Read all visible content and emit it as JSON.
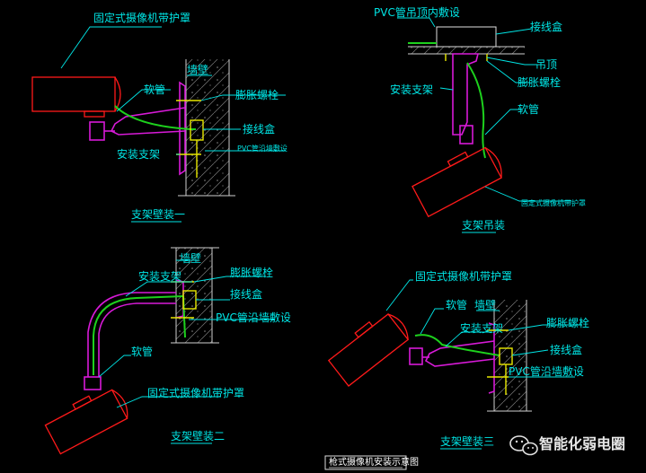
{
  "colors": {
    "background": "#000000",
    "label": "#00e5e5",
    "camera": "#ff1a1a",
    "bracket": "#d81ad8",
    "hose": "#1dd11d",
    "junction": "#e8e800",
    "wall": "#cfcfcf"
  },
  "diagram1": {
    "label_housing": "固定式摄像机带护罩",
    "label_hose": "软管",
    "label_wall": "墙壁",
    "label_bolt": "膨胀螺栓",
    "label_box": "接线盒",
    "label_pvc": "PVC管沿墙敷设",
    "label_bracket": "安装支架",
    "caption": "支架壁装一"
  },
  "diagram2": {
    "label_pvc": "PVC管吊顶内敷设",
    "label_box": "接线盒",
    "label_ceiling": "吊顶",
    "label_bolt": "膨胀螺栓",
    "label_bracket": "安装支架",
    "label_hose": "软管",
    "label_housing": "固定式摄像机带护罩",
    "caption": "支架吊装"
  },
  "diagram3": {
    "label_wall": "墙壁",
    "label_bracket": "安装支架",
    "label_bolt": "膨胀螺栓",
    "label_box": "接线盒",
    "label_pvc": "PVC管沿墙敷设",
    "label_hose": "软管",
    "label_housing": "固定式摄像机带护罩",
    "caption": "支架壁装二"
  },
  "diagram4": {
    "label_housing": "固定式摄像机带护罩",
    "label_hose": "软管",
    "label_wall": "墙壁",
    "label_bracket": "安装支架",
    "label_bolt": "膨胀螺栓",
    "label_box": "接线盒",
    "label_pvc": "PVC管沿墙敷设",
    "caption": "支架壁装三"
  },
  "footer": {
    "title": "枪式摄像机安装示意图",
    "watermark": "智能化弱电圈",
    "watermark_icon": "wechat-icon"
  }
}
